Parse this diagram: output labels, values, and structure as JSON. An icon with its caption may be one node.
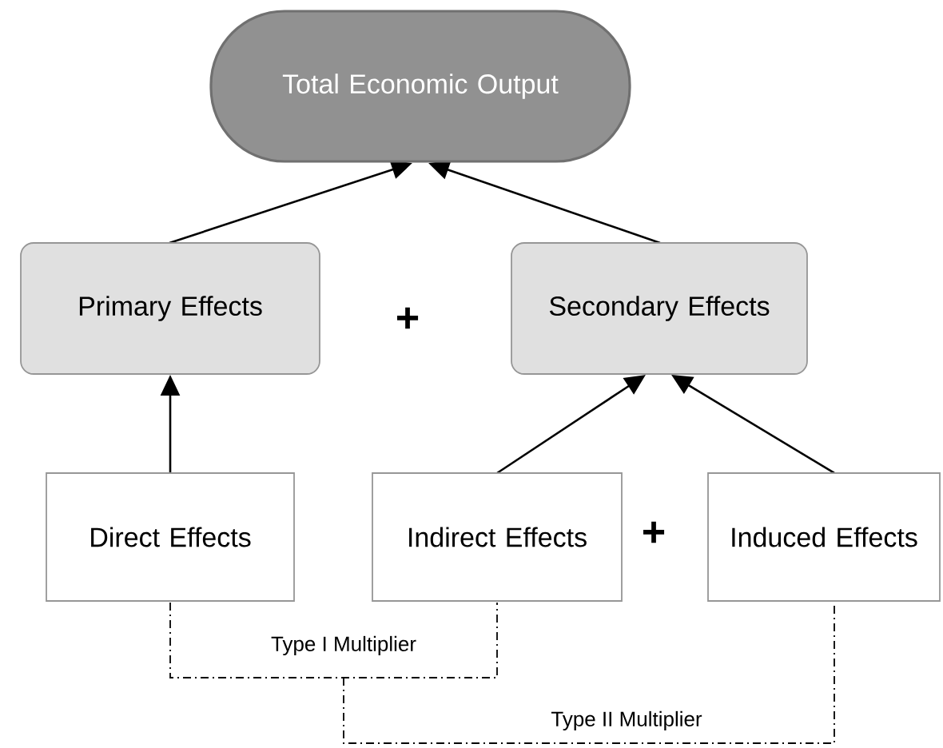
{
  "diagram": {
    "nodes": [
      {
        "text": [
          "Total Economic Output"
        ]
      },
      {
        "text": [
          "Primary Effects"
        ]
      },
      {
        "text": [
          "Secondary Effects"
        ]
      },
      {
        "text": [
          "Direct Effects"
        ]
      },
      {
        "text": [
          "Indirect Effects"
        ]
      },
      {
        "text": [
          "Induced Effects"
        ]
      }
    ],
    "edges": [
      {
        "from": 1,
        "to": 0,
        "arrow": "to"
      },
      {
        "from": 2,
        "to": 0,
        "arrow": "to"
      },
      {
        "from": 3,
        "to": 1,
        "arrow": "to"
      },
      {
        "from": 4,
        "to": 2,
        "arrow": "to"
      },
      {
        "from": 5,
        "to": 2,
        "arrow": "to"
      }
    ],
    "labels": [
      "+",
      "+",
      "Type I Multiplier",
      "Type II Multiplier"
    ]
  }
}
